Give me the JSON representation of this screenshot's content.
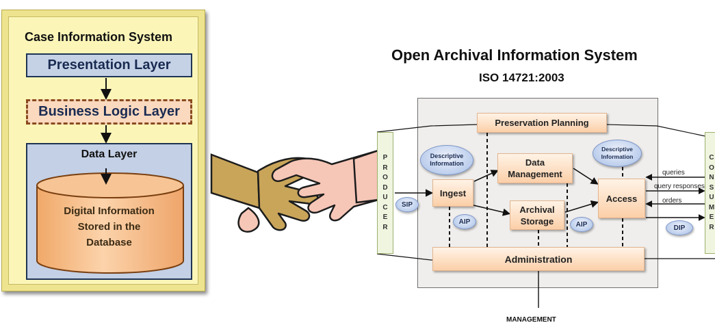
{
  "case_info_system": {
    "title": "Case Information System",
    "presentation_layer": "Presentation Layer",
    "business_logic_layer": "Business Logic Layer",
    "data_layer": "Data Layer",
    "database_text": [
      "Digital Information",
      "Stored in the",
      "Database"
    ]
  },
  "oais": {
    "title": "Open Archival Information System",
    "subtitle": "ISO 14721:2003",
    "preservation_planning": "Preservation Planning",
    "data_management": [
      "Data",
      "Management"
    ],
    "ingest": "Ingest",
    "access": "Access",
    "archival_storage": [
      "Archival",
      "Storage"
    ],
    "administration": "Administration",
    "descriptive_information_1": [
      "Descriptive",
      "Information"
    ],
    "descriptive_information_2": [
      "Descriptive",
      "Information"
    ],
    "sip": "SIP",
    "aip_1": "AIP",
    "aip_2": "AIP",
    "dip": "DIP",
    "producer_letters": [
      "P",
      "R",
      "O",
      "D",
      "U",
      "C",
      "E",
      "R"
    ],
    "consumer_letters": [
      "C",
      "O",
      "N",
      "S",
      "U",
      "M",
      "E",
      "R"
    ],
    "queries": "queries",
    "query_responses": "query responses",
    "orders": "orders",
    "management": "MANAGEMENT"
  },
  "colors": {
    "frame_fill": "#fbf6b8",
    "layer_blue": "#c5d2e6",
    "layer_peach": "#fbd9bf",
    "cylinder_orange": "#f6c18d",
    "oais_box_orange": "#fbcfa8",
    "bubble_blue": "#a7bfe6",
    "hand_left": "#c9a55a",
    "hand_right": "#f6c6b7"
  },
  "icons": [
    "handshake-icon",
    "database-cylinder-icon"
  ]
}
